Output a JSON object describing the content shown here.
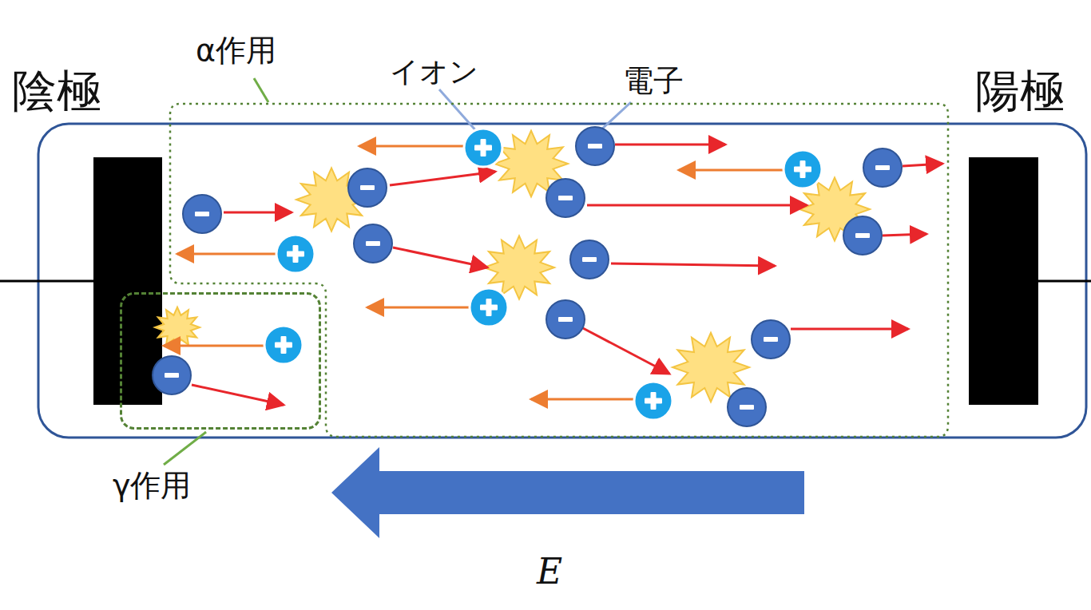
{
  "diagram": {
    "nodes": [
      {
        "text": [
          "陰極"
        ]
      },
      {
        "text": [
          "α作用"
        ]
      },
      {
        "text": [
          "陽極"
        ]
      },
      {
        "text": [
          "γ作用"
        ]
      }
    ],
    "labels": [
      "イオン",
      "電子",
      "E"
    ]
  }
}
